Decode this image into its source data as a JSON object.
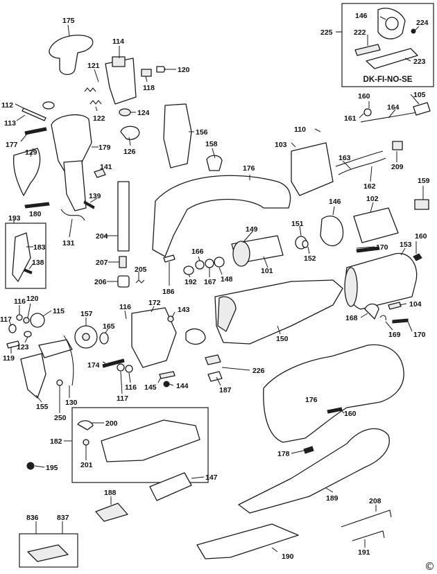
{
  "kit_box_title": "DK-FI-NO-SE",
  "copyright_mark": "©",
  "part_numbers": {
    "p101": "101",
    "p102": "102",
    "p103": "103",
    "p104": "104",
    "p105": "105",
    "p110": "110",
    "p112": "112",
    "p113": "113",
    "p114": "114",
    "p115": "115",
    "p116a": "116",
    "p116b": "116",
    "p116c": "116",
    "p117a": "117",
    "p117b": "117",
    "p118": "118",
    "p119": "119",
    "p120a": "120",
    "p120b": "120",
    "p121": "121",
    "p122": "122",
    "p123": "123",
    "p124": "124",
    "p126": "126",
    "p129": "129",
    "p130": "130",
    "p131": "131",
    "p138": "138",
    "p139": "139",
    "p141": "141",
    "p143": "143",
    "p144": "144",
    "p145": "145",
    "p146a": "146",
    "p146b": "146",
    "p147": "147",
    "p148": "148",
    "p149": "149",
    "p150": "150",
    "p151": "151",
    "p152": "152",
    "p153": "153",
    "p155": "155",
    "p156": "156",
    "p157": "157",
    "p158": "158",
    "p159": "159",
    "p160a": "160",
    "p160b": "160",
    "p160c": "160",
    "p161": "161",
    "p162": "162",
    "p163": "163",
    "p164": "164",
    "p165": "165",
    "p166": "166",
    "p167": "167",
    "p168": "168",
    "p169": "169",
    "p170a": "170",
    "p170b": "170",
    "p172": "172",
    "p174": "174",
    "p175": "175",
    "p176a": "176",
    "p176b": "176",
    "p177": "177",
    "p178": "178",
    "p179": "179",
    "p180": "180",
    "p182": "182",
    "p183": "183",
    "p186": "186",
    "p187": "187",
    "p188": "188",
    "p189": "189",
    "p190": "190",
    "p191": "191",
    "p192": "192",
    "p193": "193",
    "p195": "195",
    "p200": "200",
    "p201": "201",
    "p204": "204",
    "p205": "205",
    "p206": "206",
    "p207": "207",
    "p208": "208",
    "p209": "209",
    "p222": "222",
    "p223": "223",
    "p224": "224",
    "p225": "225",
    "p226": "226",
    "p250": "250",
    "p836": "836",
    "p837": "837"
  }
}
